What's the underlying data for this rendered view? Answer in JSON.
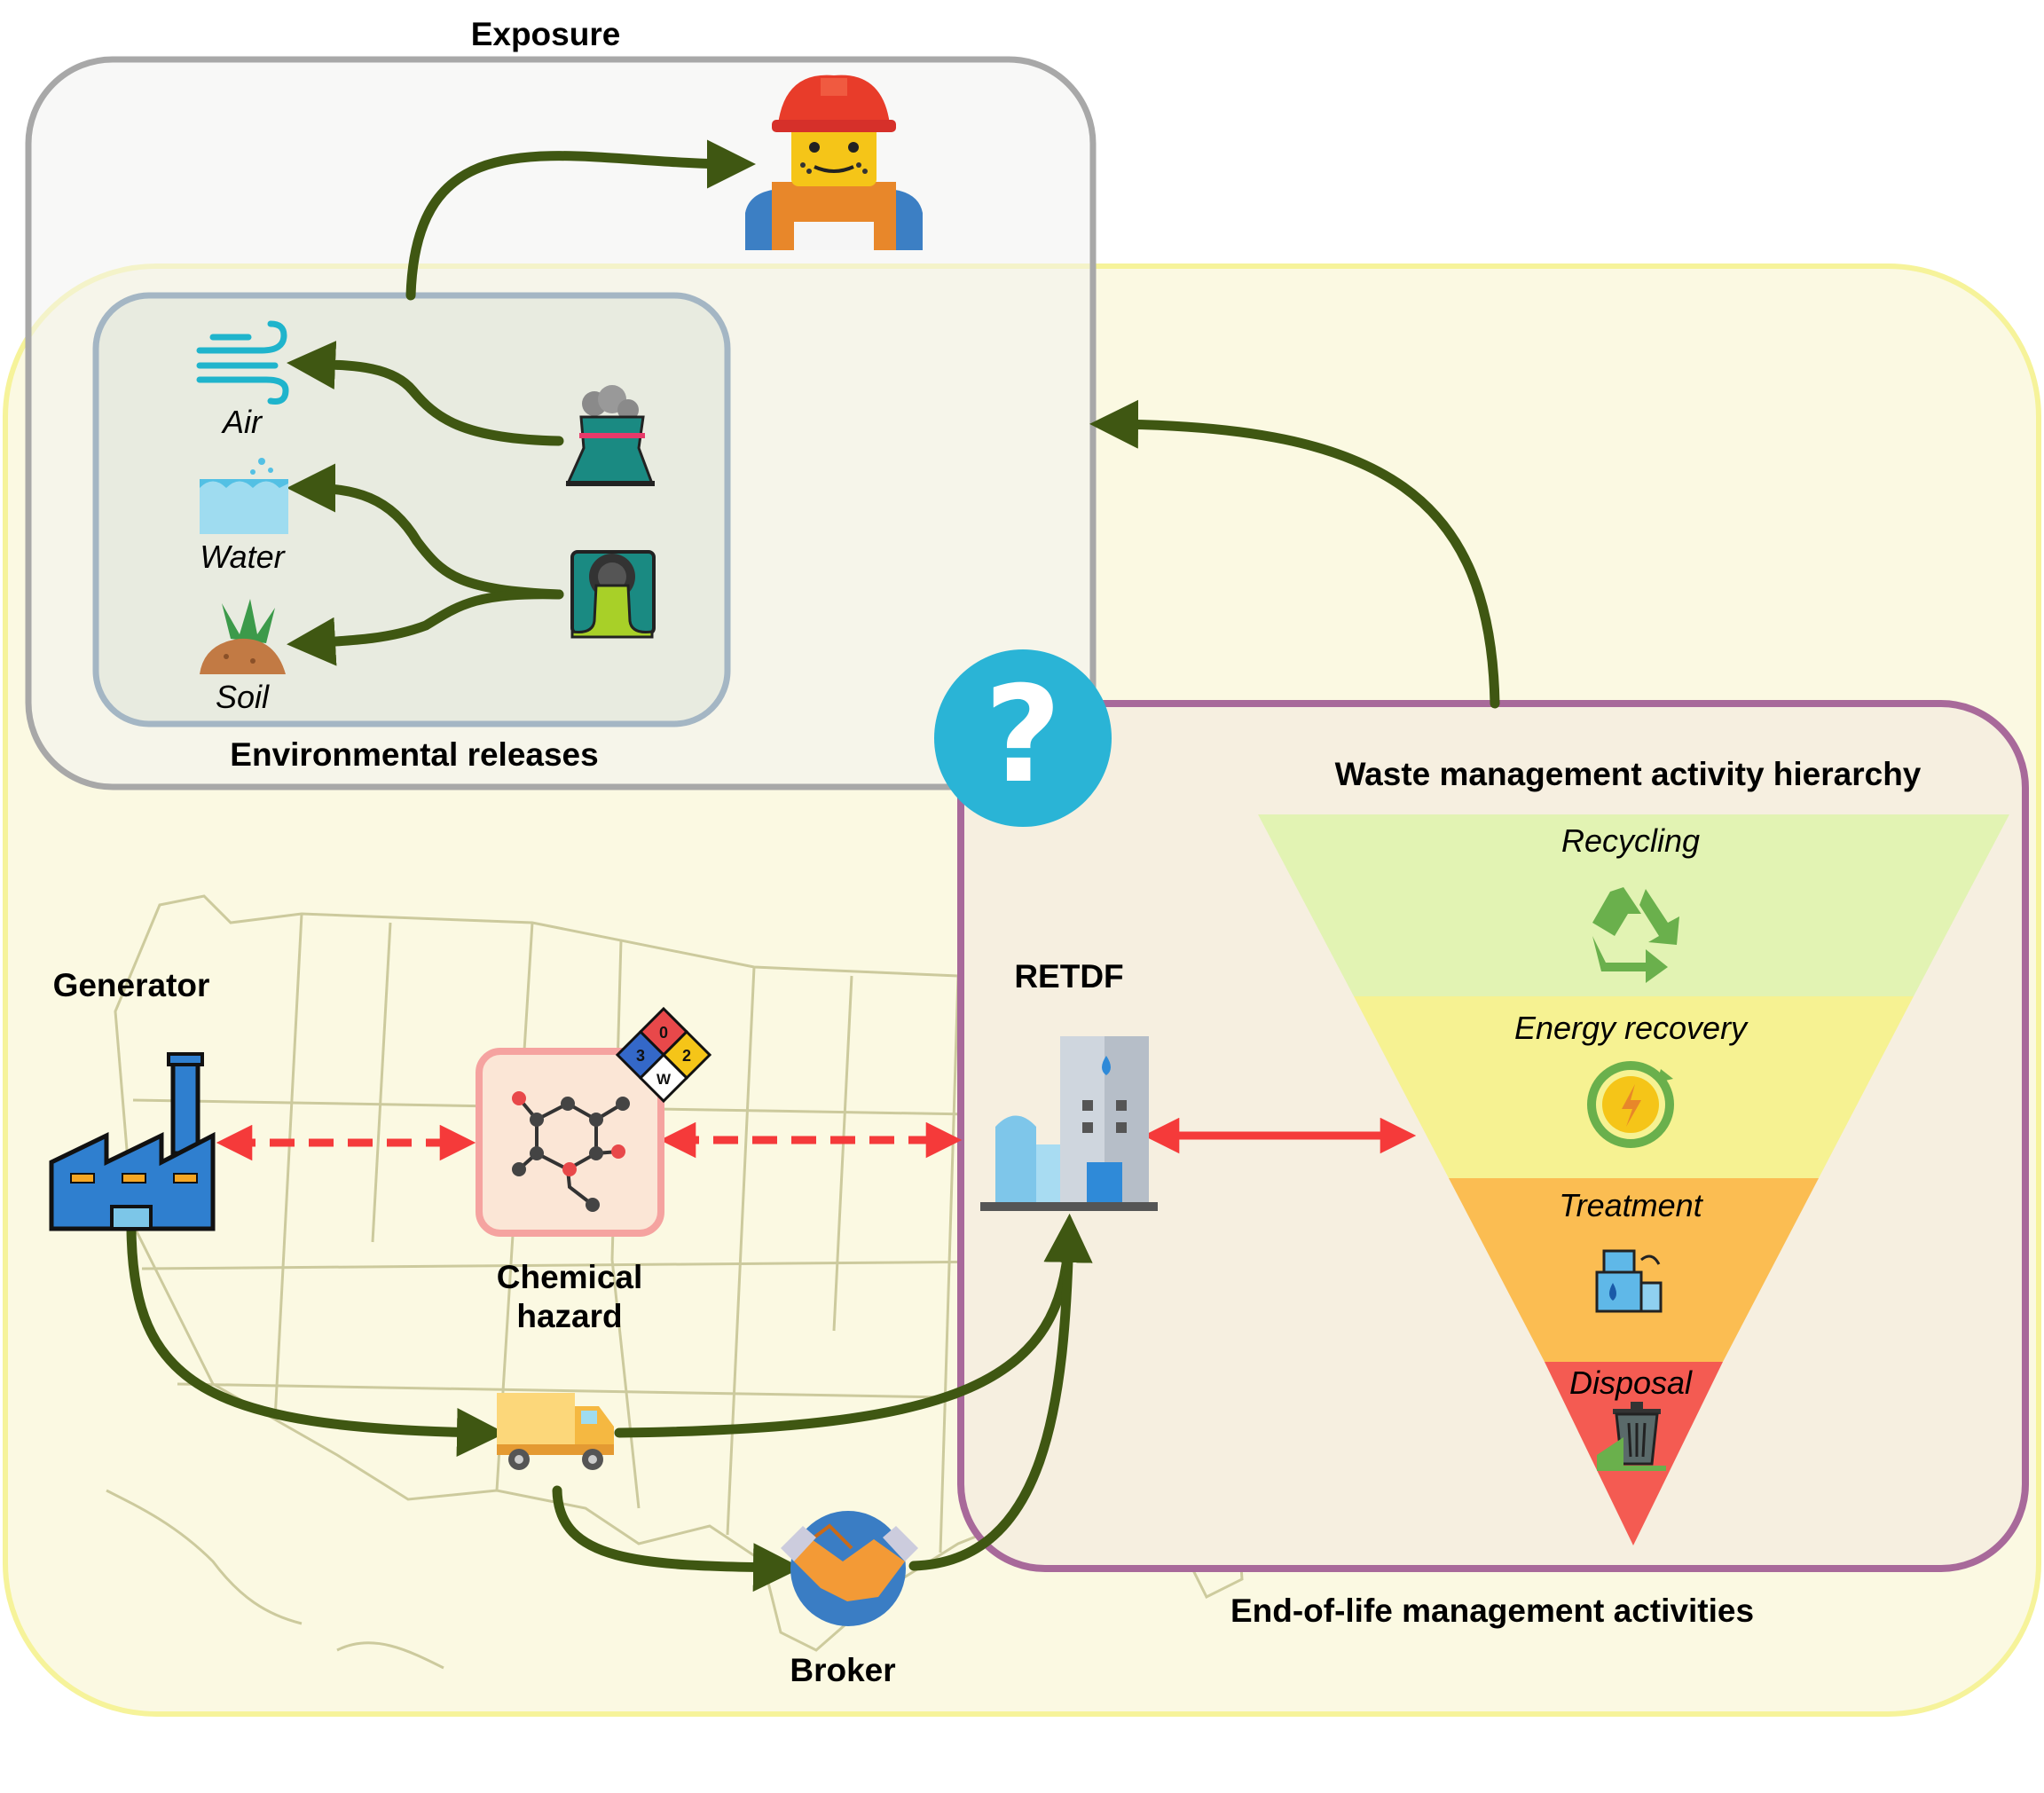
{
  "labels": {
    "exposure": "Exposure",
    "environmental_releases": "Environmental releases",
    "air": "Air",
    "water": "Water",
    "soil": "Soil",
    "generator": "Generator",
    "chemical_hazard_line1": "Chemical",
    "chemical_hazard_line2": "hazard",
    "retdf": "RETDF",
    "broker": "Broker",
    "end_of_life": "End-of-life management activities",
    "hierarchy_title": "Waste management activity hierarchy"
  },
  "hierarchy_levels": [
    {
      "label": "Recycling",
      "color": "#e2f3b3",
      "icon": "recycle-icon"
    },
    {
      "label": "Energy recovery",
      "color": "#f6f292",
      "icon": "energy-recovery-icon"
    },
    {
      "label": "Treatment",
      "color": "#fbbd52",
      "icon": "treatment-icon"
    },
    {
      "label": "Disposal",
      "color": "#f45b52",
      "icon": "trash-can-icon"
    }
  ],
  "hazard_diamond": {
    "health": "3",
    "flammability": "0",
    "reactivity": "2",
    "special": "W"
  },
  "question_mark": "?",
  "colors": {
    "arrow_green": "#3f5712",
    "arrow_red": "#f53a3a",
    "exposure_border": "#a8a8a8",
    "releases_border": "#a4b6c4",
    "eol_border": "#a8699a",
    "outer_border": "#f6f39a",
    "question_bg": "#2ab4d6"
  }
}
